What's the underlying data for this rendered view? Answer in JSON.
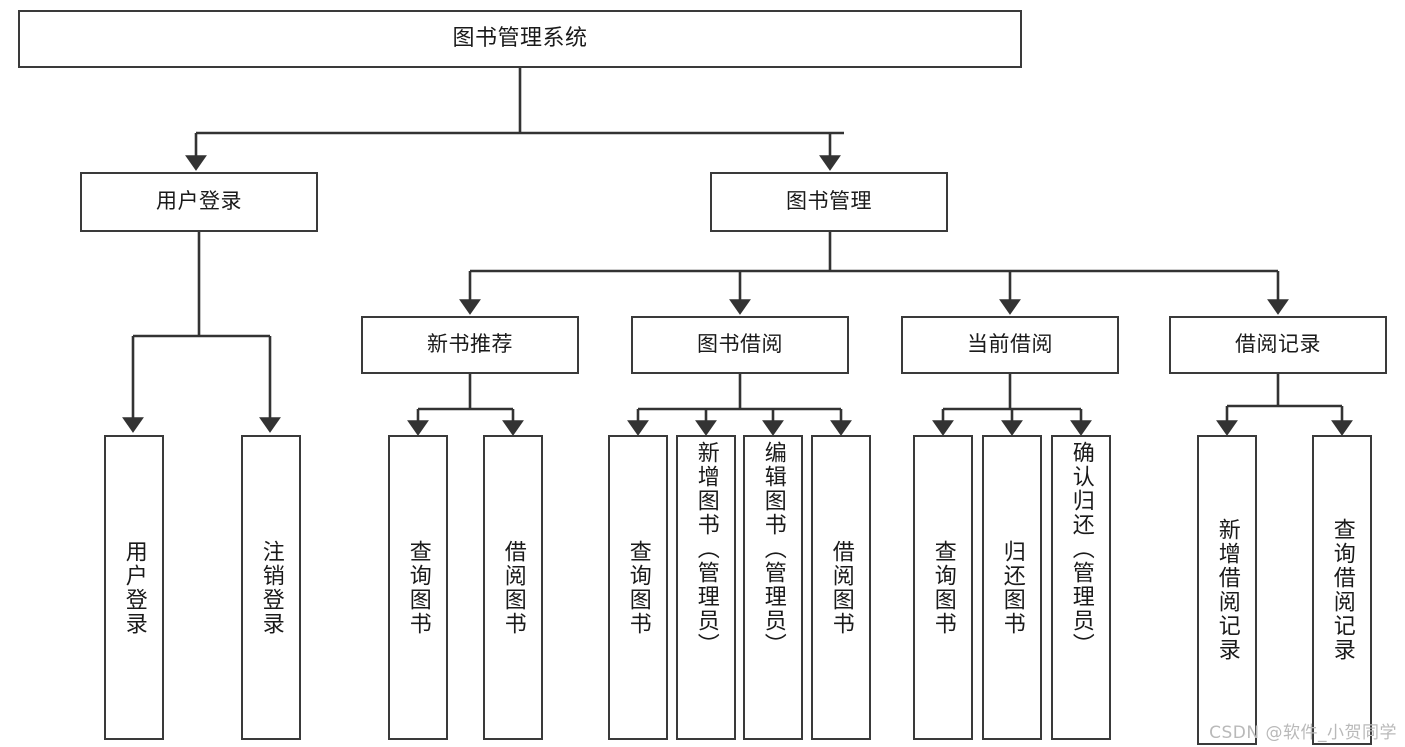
{
  "diagram": {
    "type": "tree",
    "title": "图书管理系统",
    "root": {
      "id": "root",
      "label": "图书管理系统"
    },
    "level2": [
      {
        "id": "user-login",
        "label": "用户登录"
      },
      {
        "id": "book-manage",
        "label": "图书管理"
      }
    ],
    "level3": [
      {
        "id": "new-book-rec",
        "label": "新书推荐",
        "parent": "book-manage"
      },
      {
        "id": "book-borrow",
        "label": "图书借阅",
        "parent": "book-manage"
      },
      {
        "id": "current-borrow",
        "label": "当前借阅",
        "parent": "book-manage"
      },
      {
        "id": "borrow-record",
        "label": "借阅记录",
        "parent": "book-manage"
      }
    ],
    "leaves": [
      {
        "id": "leaf-user-login",
        "label": "用户登录",
        "parent": "user-login"
      },
      {
        "id": "leaf-logout",
        "label": "注销登录",
        "parent": "user-login"
      },
      {
        "id": "leaf-query-book-1",
        "label": "查询图书",
        "parent": "new-book-rec"
      },
      {
        "id": "leaf-borrow-book-1",
        "label": "借阅图书",
        "parent": "new-book-rec"
      },
      {
        "id": "leaf-query-book-2",
        "label": "查询图书",
        "parent": "book-borrow"
      },
      {
        "id": "leaf-add-book",
        "label": "新增图书（管理员）",
        "parent": "book-borrow"
      },
      {
        "id": "leaf-edit-book",
        "label": "编辑图书（管理员）",
        "parent": "book-borrow"
      },
      {
        "id": "leaf-borrow-book-2",
        "label": "借阅图书",
        "parent": "book-borrow"
      },
      {
        "id": "leaf-query-book-3",
        "label": "查询图书",
        "parent": "current-borrow"
      },
      {
        "id": "leaf-return-book",
        "label": "归还图书",
        "parent": "current-borrow"
      },
      {
        "id": "leaf-confirm-return",
        "label": "确认归还（管理员）",
        "parent": "current-borrow"
      },
      {
        "id": "leaf-add-record",
        "label": "新增借阅记录",
        "parent": "borrow-record"
      },
      {
        "id": "leaf-query-record",
        "label": "查询借阅记录",
        "parent": "borrow-record"
      }
    ],
    "colors": {
      "box_border": "#3a3a3a",
      "box_fill": "#ffffff",
      "edge": "#333333",
      "text": "#1a1a1a",
      "background": "#ffffff",
      "watermark": "#b9b9b9"
    }
  },
  "watermark": {
    "text": "CSDN @软件_小贺同学"
  }
}
